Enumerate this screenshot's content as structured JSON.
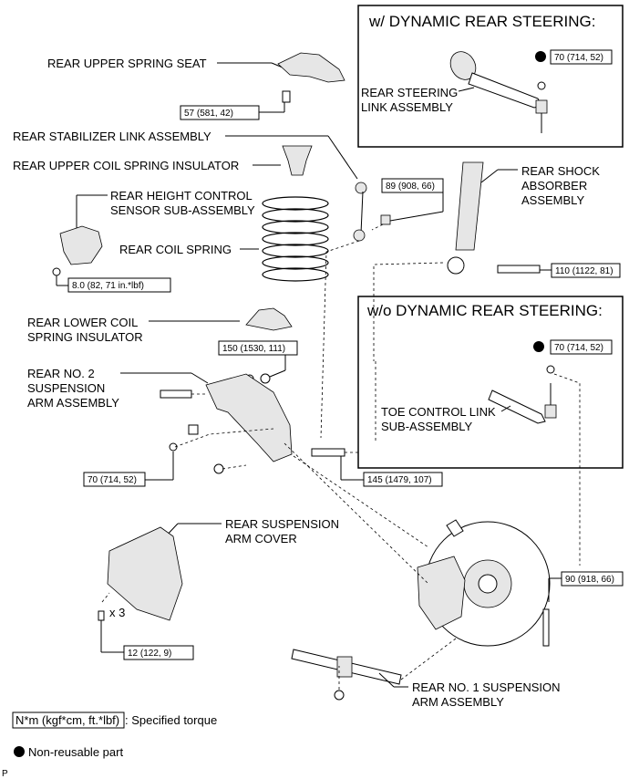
{
  "boxes": {
    "dynamic": "w/ DYNAMIC REAR STEERING:",
    "no_dynamic": "w/o DYNAMIC REAR STEERING:"
  },
  "labels": {
    "upper_spring_seat": "REAR UPPER SPRING SEAT",
    "stabilizer_link": "REAR STABILIZER LINK ASSEMBLY",
    "upper_insulator": "REAR UPPER COIL SPRING INSULATOR",
    "height_sensor_1": "REAR HEIGHT CONTROL",
    "height_sensor_2": "SENSOR SUB-ASSEMBLY",
    "coil_spring": "REAR COIL SPRING",
    "lower_insulator_1": "REAR LOWER COIL",
    "lower_insulator_2": "SPRING INSULATOR",
    "no2_arm_1": "REAR NO. 2",
    "no2_arm_2": "SUSPENSION",
    "no2_arm_3": "ARM ASSEMBLY",
    "steering_link_1": "REAR STEERING",
    "steering_link_2": "LINK ASSEMBLY",
    "shock_1": "REAR SHOCK",
    "shock_2": "ABSORBER",
    "shock_3": "ASSEMBLY",
    "toe_link_1": "TOE CONTROL LINK",
    "toe_link_2": "SUB-ASSEMBLY",
    "arm_cover_1": "REAR SUSPENSION",
    "arm_cover_2": "ARM COVER",
    "no1_arm_1": "REAR NO. 1 SUSPENSION",
    "no1_arm_2": "ARM ASSEMBLY",
    "times3": "x 3"
  },
  "torques": {
    "t_57": "57 (581, 42)",
    "t_89": "89 (908, 66)",
    "t_8": "8.0 (82, 71 in.*lbf)",
    "t_110": "110 (1122, 81)",
    "t_150": "150 (1530, 111)",
    "t_70_dyn": "70 (714, 52)",
    "t_70_nodyn": "70 (714, 52)",
    "t_70_arm": "70 (714, 52)",
    "t_145": "145 (1479, 107)",
    "t_90": "90 (918, 66)",
    "t_12": "12 (122, 9)"
  },
  "legend": {
    "unit": "N*m (kgf*cm, ft.*lbf)",
    "unit_desc": ": Specified torque",
    "nonreusable": "Non-reusable part"
  },
  "footer_code": "P"
}
